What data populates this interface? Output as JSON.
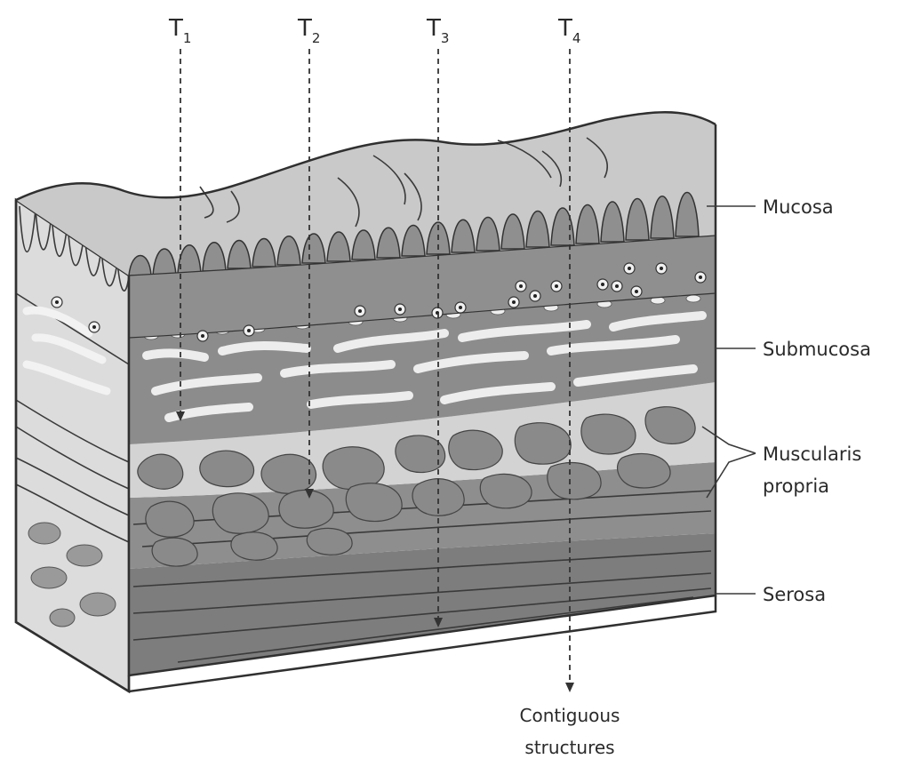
{
  "tumor_stages": [
    {
      "letter": "T",
      "subscript": "1"
    },
    {
      "letter": "T",
      "subscript": "2"
    },
    {
      "letter": "T",
      "subscript": "3"
    },
    {
      "letter": "T",
      "subscript": "4"
    }
  ],
  "layers": {
    "mucosa": "Mucosa",
    "submucosa": "Submucosa",
    "muscularis_line1": "Muscularis",
    "muscularis_line2": "propria",
    "serosa": "Serosa"
  },
  "bottom_caption": {
    "line1": "Contiguous",
    "line2": "structures"
  },
  "colors": {
    "mucosa_fill": "#c9c9c9",
    "villi_fill": "#8f8f8f",
    "submucosa_fill": "#8c8c8c",
    "muscularis_inner_fill": "#d3d3d3",
    "muscle_blob_fill": "#8a8a8a",
    "serosa_fill": "#7d7d7d",
    "side_face_fill": "#dcdcdc",
    "outline": "#303030"
  }
}
